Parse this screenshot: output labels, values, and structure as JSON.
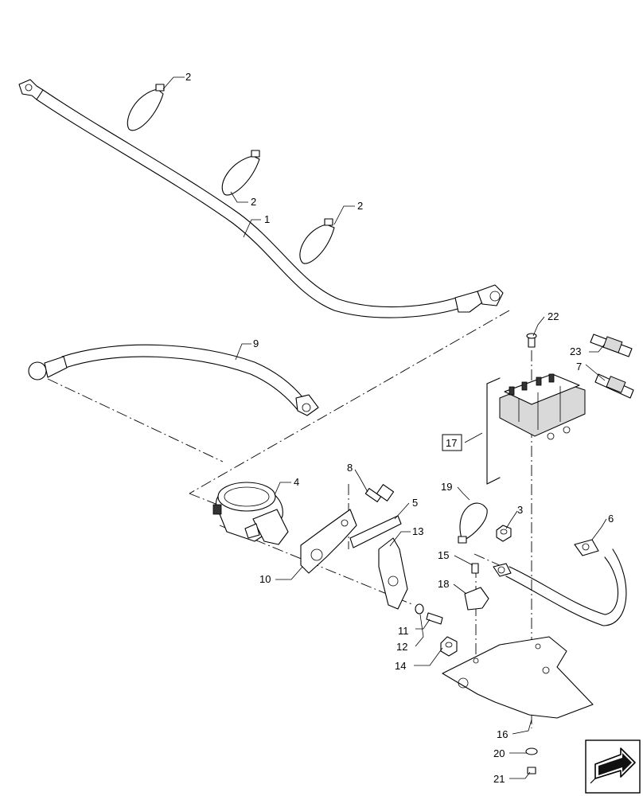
{
  "callouts": [
    {
      "id": "c1",
      "text": "1"
    },
    {
      "id": "c2a",
      "text": "2"
    },
    {
      "id": "c2b",
      "text": "2"
    },
    {
      "id": "c2c",
      "text": "2"
    },
    {
      "id": "c3",
      "text": "3"
    },
    {
      "id": "c4",
      "text": "4"
    },
    {
      "id": "c5",
      "text": "5"
    },
    {
      "id": "c6",
      "text": "6"
    },
    {
      "id": "c7",
      "text": "7"
    },
    {
      "id": "c8",
      "text": "8"
    },
    {
      "id": "c9",
      "text": "9"
    },
    {
      "id": "c10",
      "text": "10"
    },
    {
      "id": "c11",
      "text": "11"
    },
    {
      "id": "c12",
      "text": "12"
    },
    {
      "id": "c13",
      "text": "13"
    },
    {
      "id": "c14",
      "text": "14"
    },
    {
      "id": "c15",
      "text": "15"
    },
    {
      "id": "c16",
      "text": "16"
    },
    {
      "id": "c17",
      "text": "17"
    },
    {
      "id": "c18",
      "text": "18"
    },
    {
      "id": "c19",
      "text": "19"
    },
    {
      "id": "c20",
      "text": "20"
    },
    {
      "id": "c21",
      "text": "21"
    },
    {
      "id": "c22",
      "text": "22"
    },
    {
      "id": "c23",
      "text": "23"
    }
  ],
  "nav_icon": "next-page-arrow-icon"
}
